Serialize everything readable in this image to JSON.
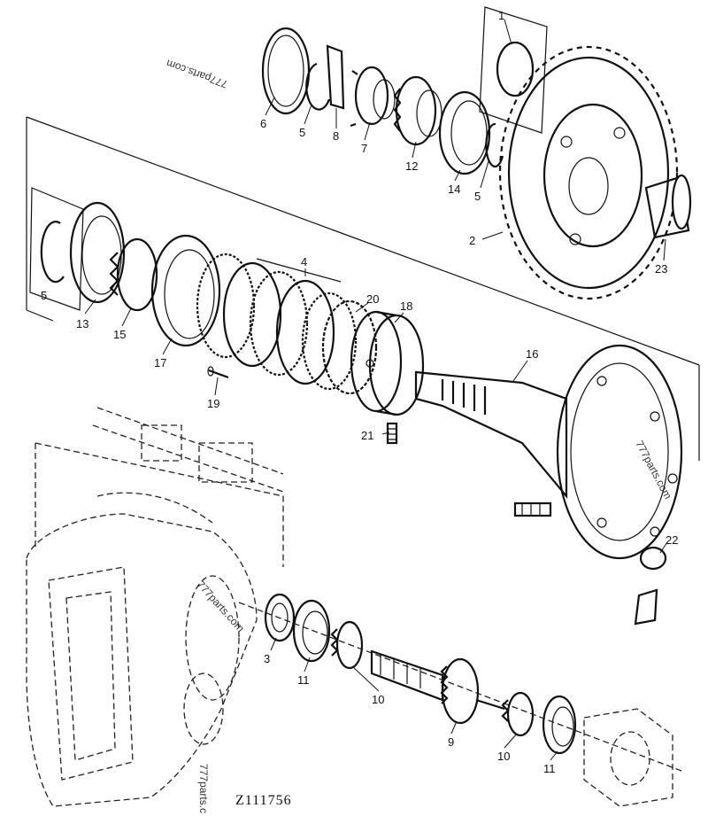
{
  "figure": {
    "code": "Z111756",
    "watermarks": [
      "777parts.com",
      "777parts.com",
      "777parts.com",
      "777parts.c"
    ]
  },
  "callouts": [
    {
      "n": "1"
    },
    {
      "n": "6"
    },
    {
      "n": "5"
    },
    {
      "n": "8"
    },
    {
      "n": "7"
    },
    {
      "n": "12"
    },
    {
      "n": "14"
    },
    {
      "n": "5"
    },
    {
      "n": "2"
    },
    {
      "n": "23"
    },
    {
      "n": "4"
    },
    {
      "n": "5"
    },
    {
      "n": "13"
    },
    {
      "n": "15"
    },
    {
      "n": "17"
    },
    {
      "n": "20"
    },
    {
      "n": "18"
    },
    {
      "n": "19"
    },
    {
      "n": "16"
    },
    {
      "n": "21"
    },
    {
      "n": "22"
    },
    {
      "n": "3"
    },
    {
      "n": "11"
    },
    {
      "n": "10"
    },
    {
      "n": "9"
    },
    {
      "n": "10"
    },
    {
      "n": "11"
    }
  ]
}
